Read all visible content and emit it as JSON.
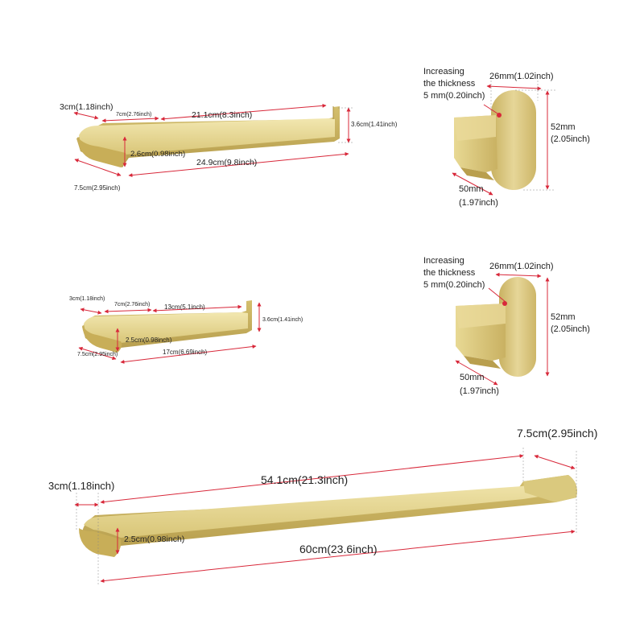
{
  "colors": {
    "gold_light": "#efe2a2",
    "gold_mid": "#d6c170",
    "gold_dark": "#b39a48",
    "dimension_line": "#d8283a",
    "text": "#222222"
  },
  "large_bar": {
    "end_depth": "3cm(1.18inch)",
    "end_width": "7cm(2.76inch)",
    "inner_length": "21.1cm(8.3inch)",
    "height": "3.6cm(1.41inch)",
    "thickness": "2.6cm(0.98inch)",
    "total_length": "24.9cm(9.8inch)",
    "base_depth": "7.5cm(2.95inch)"
  },
  "small_bar": {
    "end_depth": "3cm(1.18inch)",
    "end_width": "7cm(2.76inch)",
    "inner_length": "13cm(5.1inch)",
    "height": "3.6cm(1.41inch)",
    "thickness": "2.5cm(0.98inch)",
    "total_length": "17cm(6.69inch)",
    "base_depth": "7.5cm(2.95inch)"
  },
  "hook_top": {
    "note_line1": "Increasing",
    "note_line2": "the thickness",
    "note_line3": "5 mm(0.20inch)",
    "width": "26mm(1.02inch)",
    "height_mm": "52mm",
    "height_in": "(2.05inch)",
    "depth_mm": "50mm",
    "depth_in": "(1.97inch)"
  },
  "hook_bottom": {
    "note_line1": "Increasing",
    "note_line2": "the thickness",
    "note_line3": "5 mm(0.20inch)",
    "width": "26mm(1.02inch)",
    "height_mm": "52mm",
    "height_in": "(2.05inch)",
    "depth_mm": "50mm",
    "depth_in": "(1.97inch)"
  },
  "towel_bar": {
    "end_depth": "7.5cm(2.95inch)",
    "end_width": "3cm(1.18inch)",
    "inner_length": "54.1cm(21.3inch)",
    "thickness": "2.5cm(0.98inch)",
    "total_length": "60cm(23.6inch)"
  }
}
